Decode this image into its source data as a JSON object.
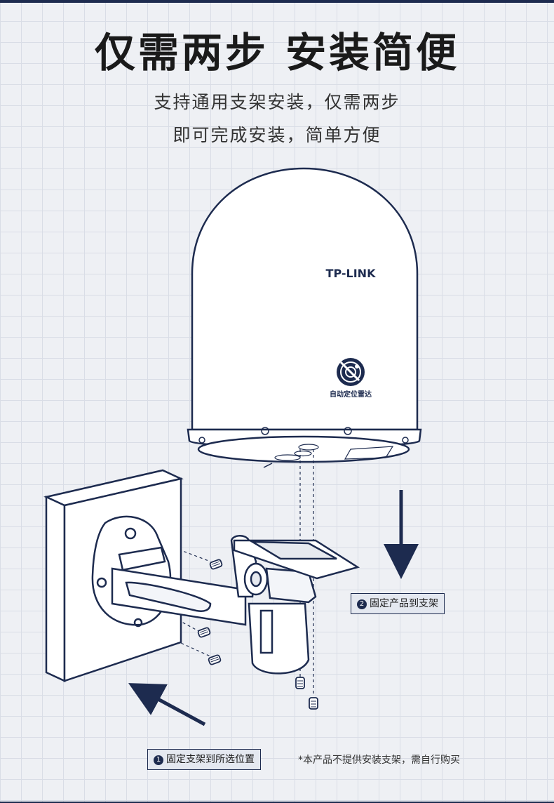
{
  "title": "仅需两步  安装简便",
  "subtitle_line1": "支持通用支架安装，仅需两步",
  "subtitle_line2": "即可完成安装，简单方便",
  "product": {
    "brand_logo": "TP-LINK",
    "radar_badge_label": "自动定位雷达",
    "radar_icon": "radar-icon"
  },
  "steps": [
    {
      "number": "2",
      "label": "固定产品到支架"
    },
    {
      "number": "1",
      "label": "固定支架到所选位置"
    }
  ],
  "note": "*本产品不提供安装支架，需自行购买",
  "colors": {
    "navy": "#1d2b4f",
    "background": "#eef0f4",
    "grid": "#d9dde6"
  }
}
